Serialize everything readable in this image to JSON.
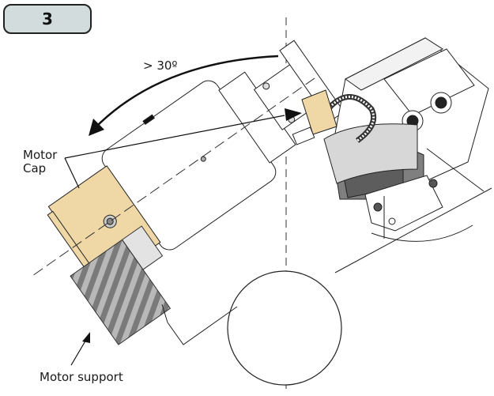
{
  "step": {
    "number": "3"
  },
  "labels": {
    "angle": "> 30º",
    "motor_cap_line1": "Motor",
    "motor_cap_line2": "Cap",
    "motor_support": "Motor support"
  },
  "colors": {
    "motor_cap_fill": "#efd7a6",
    "badge_fill": "#d3dcdc",
    "support_stripe_dark": "#7a7a7a",
    "support_stripe_light": "#b8b8b8",
    "bracket_fill": "#7f7f7f"
  }
}
